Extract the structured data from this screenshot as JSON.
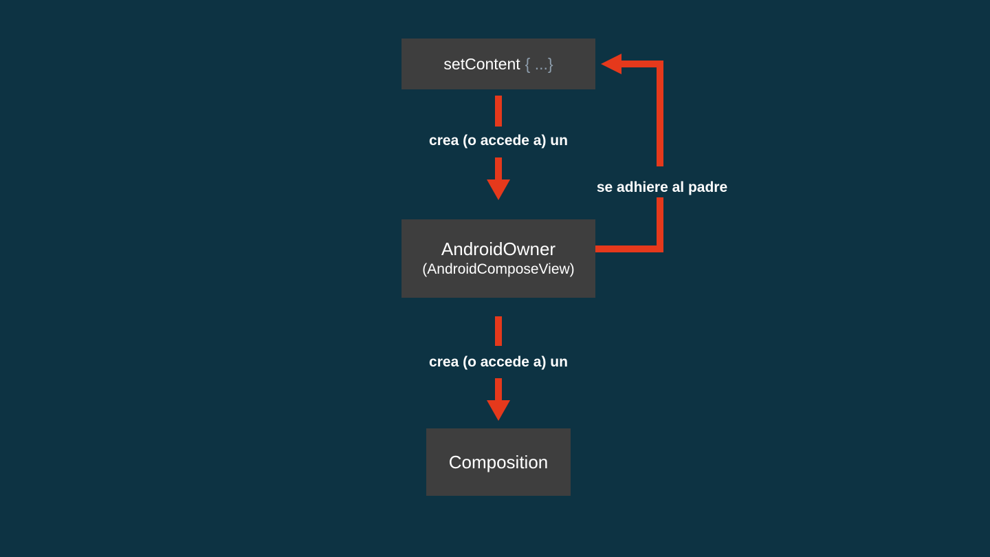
{
  "colors": {
    "background": "#0d3343",
    "box_bg": "#3e3e3e",
    "arrow_color": "#e5391c",
    "braces_color": "#8d9dac"
  },
  "diagram": {
    "nodes": {
      "set_content": {
        "label": "setContent",
        "braces": "{ ...}"
      },
      "android_owner": {
        "title": "AndroidOwner",
        "subtitle": "(AndroidComposeView)"
      },
      "composition": {
        "label": "Composition"
      }
    },
    "edges": {
      "create_top_label": "crea (o accede a) un",
      "create_bottom_label": "crea (o accede a) un",
      "attach_label": "se adhiere al padre"
    }
  }
}
